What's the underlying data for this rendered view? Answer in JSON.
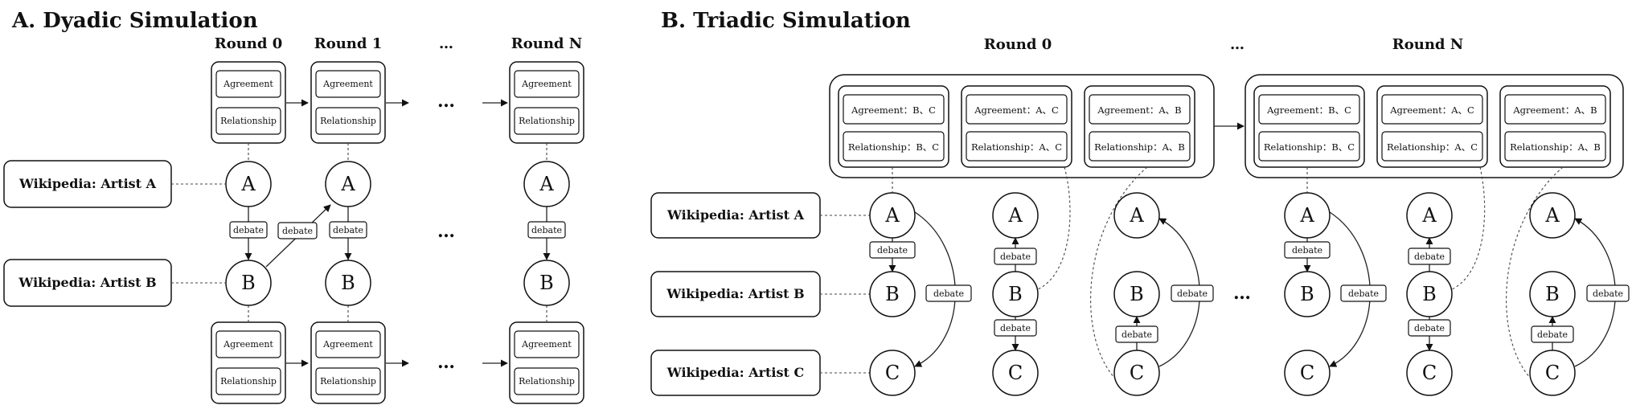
{
  "section_a": {
    "title": "A. Dyadic Simulation",
    "rounds": [
      "Round 0",
      "Round 1",
      "…",
      "Round N"
    ],
    "wiki_labels": [
      "Wikipedia: Artist  A",
      "Wikipedia: Artist  B"
    ],
    "box_labels": [
      "Agreement",
      "Relationship"
    ],
    "nodes": [
      "A",
      "B"
    ],
    "edge_label": "debate",
    "ellipsis": "…"
  },
  "section_b": {
    "title": "B. Triadic Simulation",
    "rounds": [
      "Round 0",
      "…",
      "Round N"
    ],
    "wiki_labels": [
      "Wikipedia: Artist A",
      "Wikipedia: Artist B",
      "Wikipedia: Artist C"
    ],
    "agreement_labels": [
      "Agreement：B、C",
      "Agreement：A、C",
      "Agreement：A、B"
    ],
    "relationship_labels": [
      "Relationship：B、C",
      "Relationship：A、C",
      "Relationship：A、B"
    ],
    "nodes": [
      "A",
      "B",
      "C"
    ],
    "edge_label": "debate",
    "ellipsis": "…"
  }
}
